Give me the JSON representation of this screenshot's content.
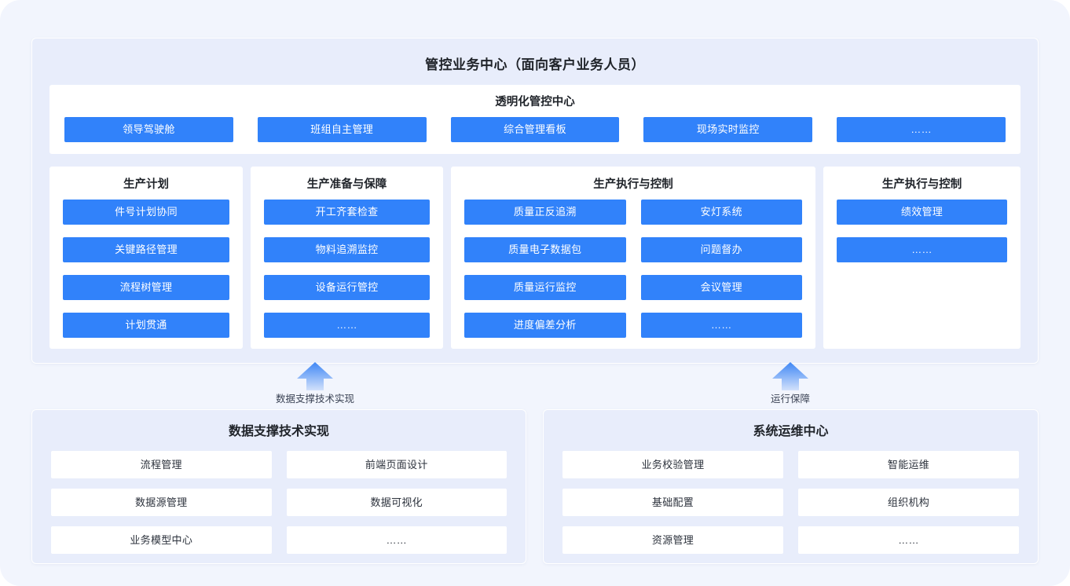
{
  "top_panel": {
    "title": "管控业务中心（面向客户业务人员）",
    "control_center": {
      "title": "透明化管控中心",
      "buttons": [
        "领导驾驶舱",
        "班组自主管理",
        "综合管理看板",
        "现场实时监控",
        "……"
      ]
    },
    "groups": [
      {
        "title": "生产计划",
        "columns": 1,
        "items": [
          "件号计划协同",
          "关键路径管理",
          "流程树管理",
          "计划贯通"
        ]
      },
      {
        "title": "生产准备与保障",
        "columns": 1,
        "items": [
          "开工齐套检查",
          "物料追溯监控",
          "设备运行管控",
          "……"
        ]
      },
      {
        "title": "生产执行与控制",
        "columns": 2,
        "items": [
          "质量正反追溯",
          "安灯系统",
          "质量电子数据包",
          "问题督办",
          "质量运行监控",
          "会议管理",
          "进度偏差分析",
          "……"
        ]
      },
      {
        "title": "生产执行与控制",
        "columns": 1,
        "items": [
          "绩效管理",
          "……"
        ]
      }
    ]
  },
  "arrows": [
    {
      "label": "数据支撑技术实现"
    },
    {
      "label": "运行保障"
    }
  ],
  "bottom_panels": [
    {
      "title": "数据支撑技术实现",
      "cells": [
        "流程管理",
        "前端页面设计",
        "数据源管理",
        "数据可视化",
        "业务模型中心",
        "……"
      ]
    },
    {
      "title": "系统运维中心",
      "cells": [
        "业务校验管理",
        "智能运维",
        "基础配置",
        "组织机构",
        "资源管理",
        "……"
      ]
    }
  ],
  "colors": {
    "accent_blue": "#3182fa",
    "panel_bg": "#e8edfb",
    "page_bg": "#f2f5fd",
    "card_bg": "#ffffff",
    "text_dark": "#1f2329",
    "arrow_top": "#3f87f5",
    "arrow_bottom": "#cfe0fb"
  }
}
